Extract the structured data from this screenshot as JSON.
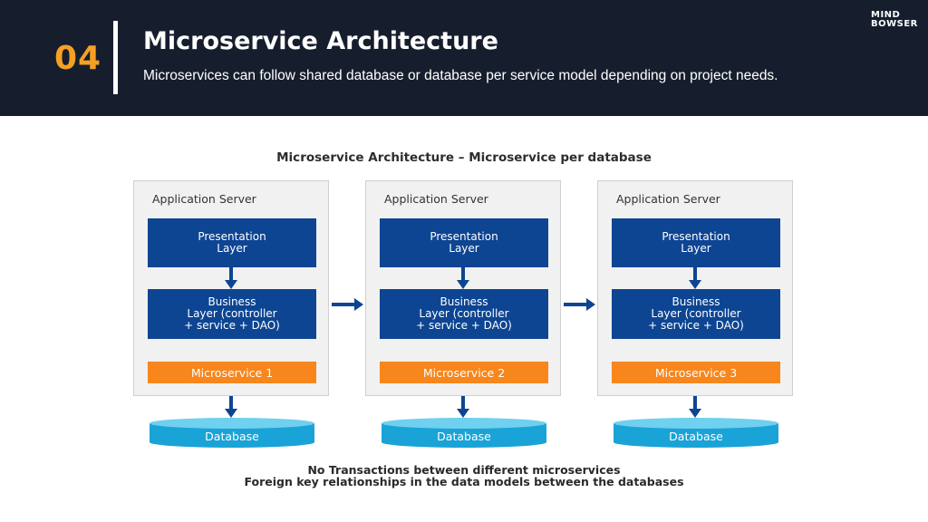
{
  "header": {
    "slide_number": "04",
    "title": "Microservice Architecture",
    "subtitle": "Microservices can follow shared database or database per service model depending on project needs.",
    "logo_line1": "MIND",
    "logo_line2": "BOWSER"
  },
  "diagram": {
    "title": "Microservice Architecture – Microservice per database",
    "servers": [
      {
        "label": "Application Server",
        "presentation": "Presentation\nLayer",
        "business": "Business\nLayer (controller\n+ service + DAO)",
        "microservice": "Microservice 1",
        "database": "Database"
      },
      {
        "label": "Application Server",
        "presentation": "Presentation\nLayer",
        "business": "Business\nLayer (controller\n+ service + DAO)",
        "microservice": "Microservice 2",
        "database": "Database"
      },
      {
        "label": "Application Server",
        "presentation": "Presentation\nLayer",
        "business": "Business\nLayer (controller\n+ service + DAO)",
        "microservice": "Microservice 3",
        "database": "Database"
      }
    ],
    "footer_line1": "No Transactions between different microservices",
    "footer_line2": "Foreign key relationships in the data models between the databases"
  },
  "colors": {
    "header_bg": "#161e2e",
    "accent_orange": "#f5a024",
    "layer_blue": "#0d4592",
    "microservice_orange": "#f7861c",
    "database_cyan": "#1aa3d6"
  }
}
